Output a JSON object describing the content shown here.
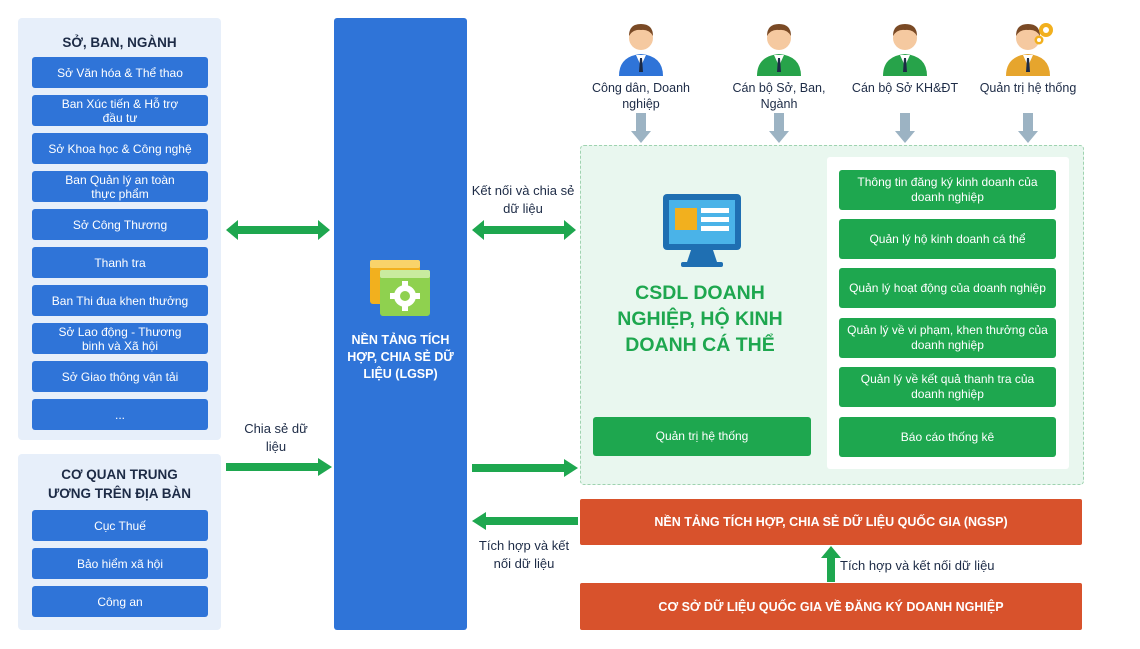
{
  "left_group": {
    "title": "SỞ, BAN, NGÀNH",
    "items": [
      "Sở Văn hóa & Thể thao",
      "Ban Xúc tiến & Hỗ trợ đầu tư",
      "Sở Khoa học & Công nghệ",
      "Ban Quản lý an toàn thực phẩm",
      "Sở Công Thương",
      "Thanh tra",
      "Ban Thi đua khen thưởng",
      "Sở Lao động - Thương binh và Xã hội",
      "Sở Giao thông vận tải",
      "..."
    ]
  },
  "central_group": {
    "title": "CƠ QUAN TRUNG ƯƠNG TRÊN ĐỊA BÀN",
    "items": [
      "Cục Thuế",
      "Bảo hiểm xã hội",
      "Công an"
    ]
  },
  "lgsp": {
    "label": "NỀN TẢNG TÍCH HỢP, CHIA SẺ DỮ LIỆU (LGSP)"
  },
  "arrows": {
    "share_data": "Chia sẻ dữ liệu",
    "connect_share": "Kết nối và chia sẻ dữ liệu",
    "integrate_connect": "Tích hợp và kết nối dữ liệu",
    "integrate_connect_vertical": "Tích hợp và kết nối dữ liệu"
  },
  "users": [
    {
      "label": "Công dân, Doanh nghiệp",
      "icon": "citizen-icon"
    },
    {
      "label": "Cán bộ Sở, Ban, Ngành",
      "icon": "officer-icon"
    },
    {
      "label": "Cán bộ Sở KH&ĐT",
      "icon": "officer-icon"
    },
    {
      "label": "Quản trị hệ thống",
      "icon": "admin-gear-icon"
    }
  ],
  "csdl": {
    "title": "CSDL DOANH NGHIỆP, HỘ KINH DOANH CÁ THỂ",
    "admin_button": "Quản trị hệ thống",
    "functions": [
      "Thông tin đăng ký kinh doanh của doanh nghiệp",
      "Quản lý hộ kinh doanh cá thể",
      "Quản lý hoạt động của doanh nghiệp",
      "Quản lý về vi phạm, khen thưởng của doanh nghiệp",
      "Quản lý về kết quả thanh tra của doanh nghiệp",
      "Báo cáo thống kê"
    ]
  },
  "ngsp": {
    "label": "NỀN TẢNG TÍCH HỢP, CHIA SẺ DỮ LIỆU QUỐC GIA (NGSP)"
  },
  "national_db": {
    "label": "CƠ SỞ DỮ LIỆU QUỐC GIA VỀ ĐĂNG KÝ DOANH NGHIỆP"
  },
  "colors": {
    "blue": "#2f74d8",
    "green": "#1ea74f",
    "red": "#d8522c",
    "panel": "#e7effa",
    "csdl_bg": "#e9f7ef",
    "navy": "#1d2b46"
  }
}
